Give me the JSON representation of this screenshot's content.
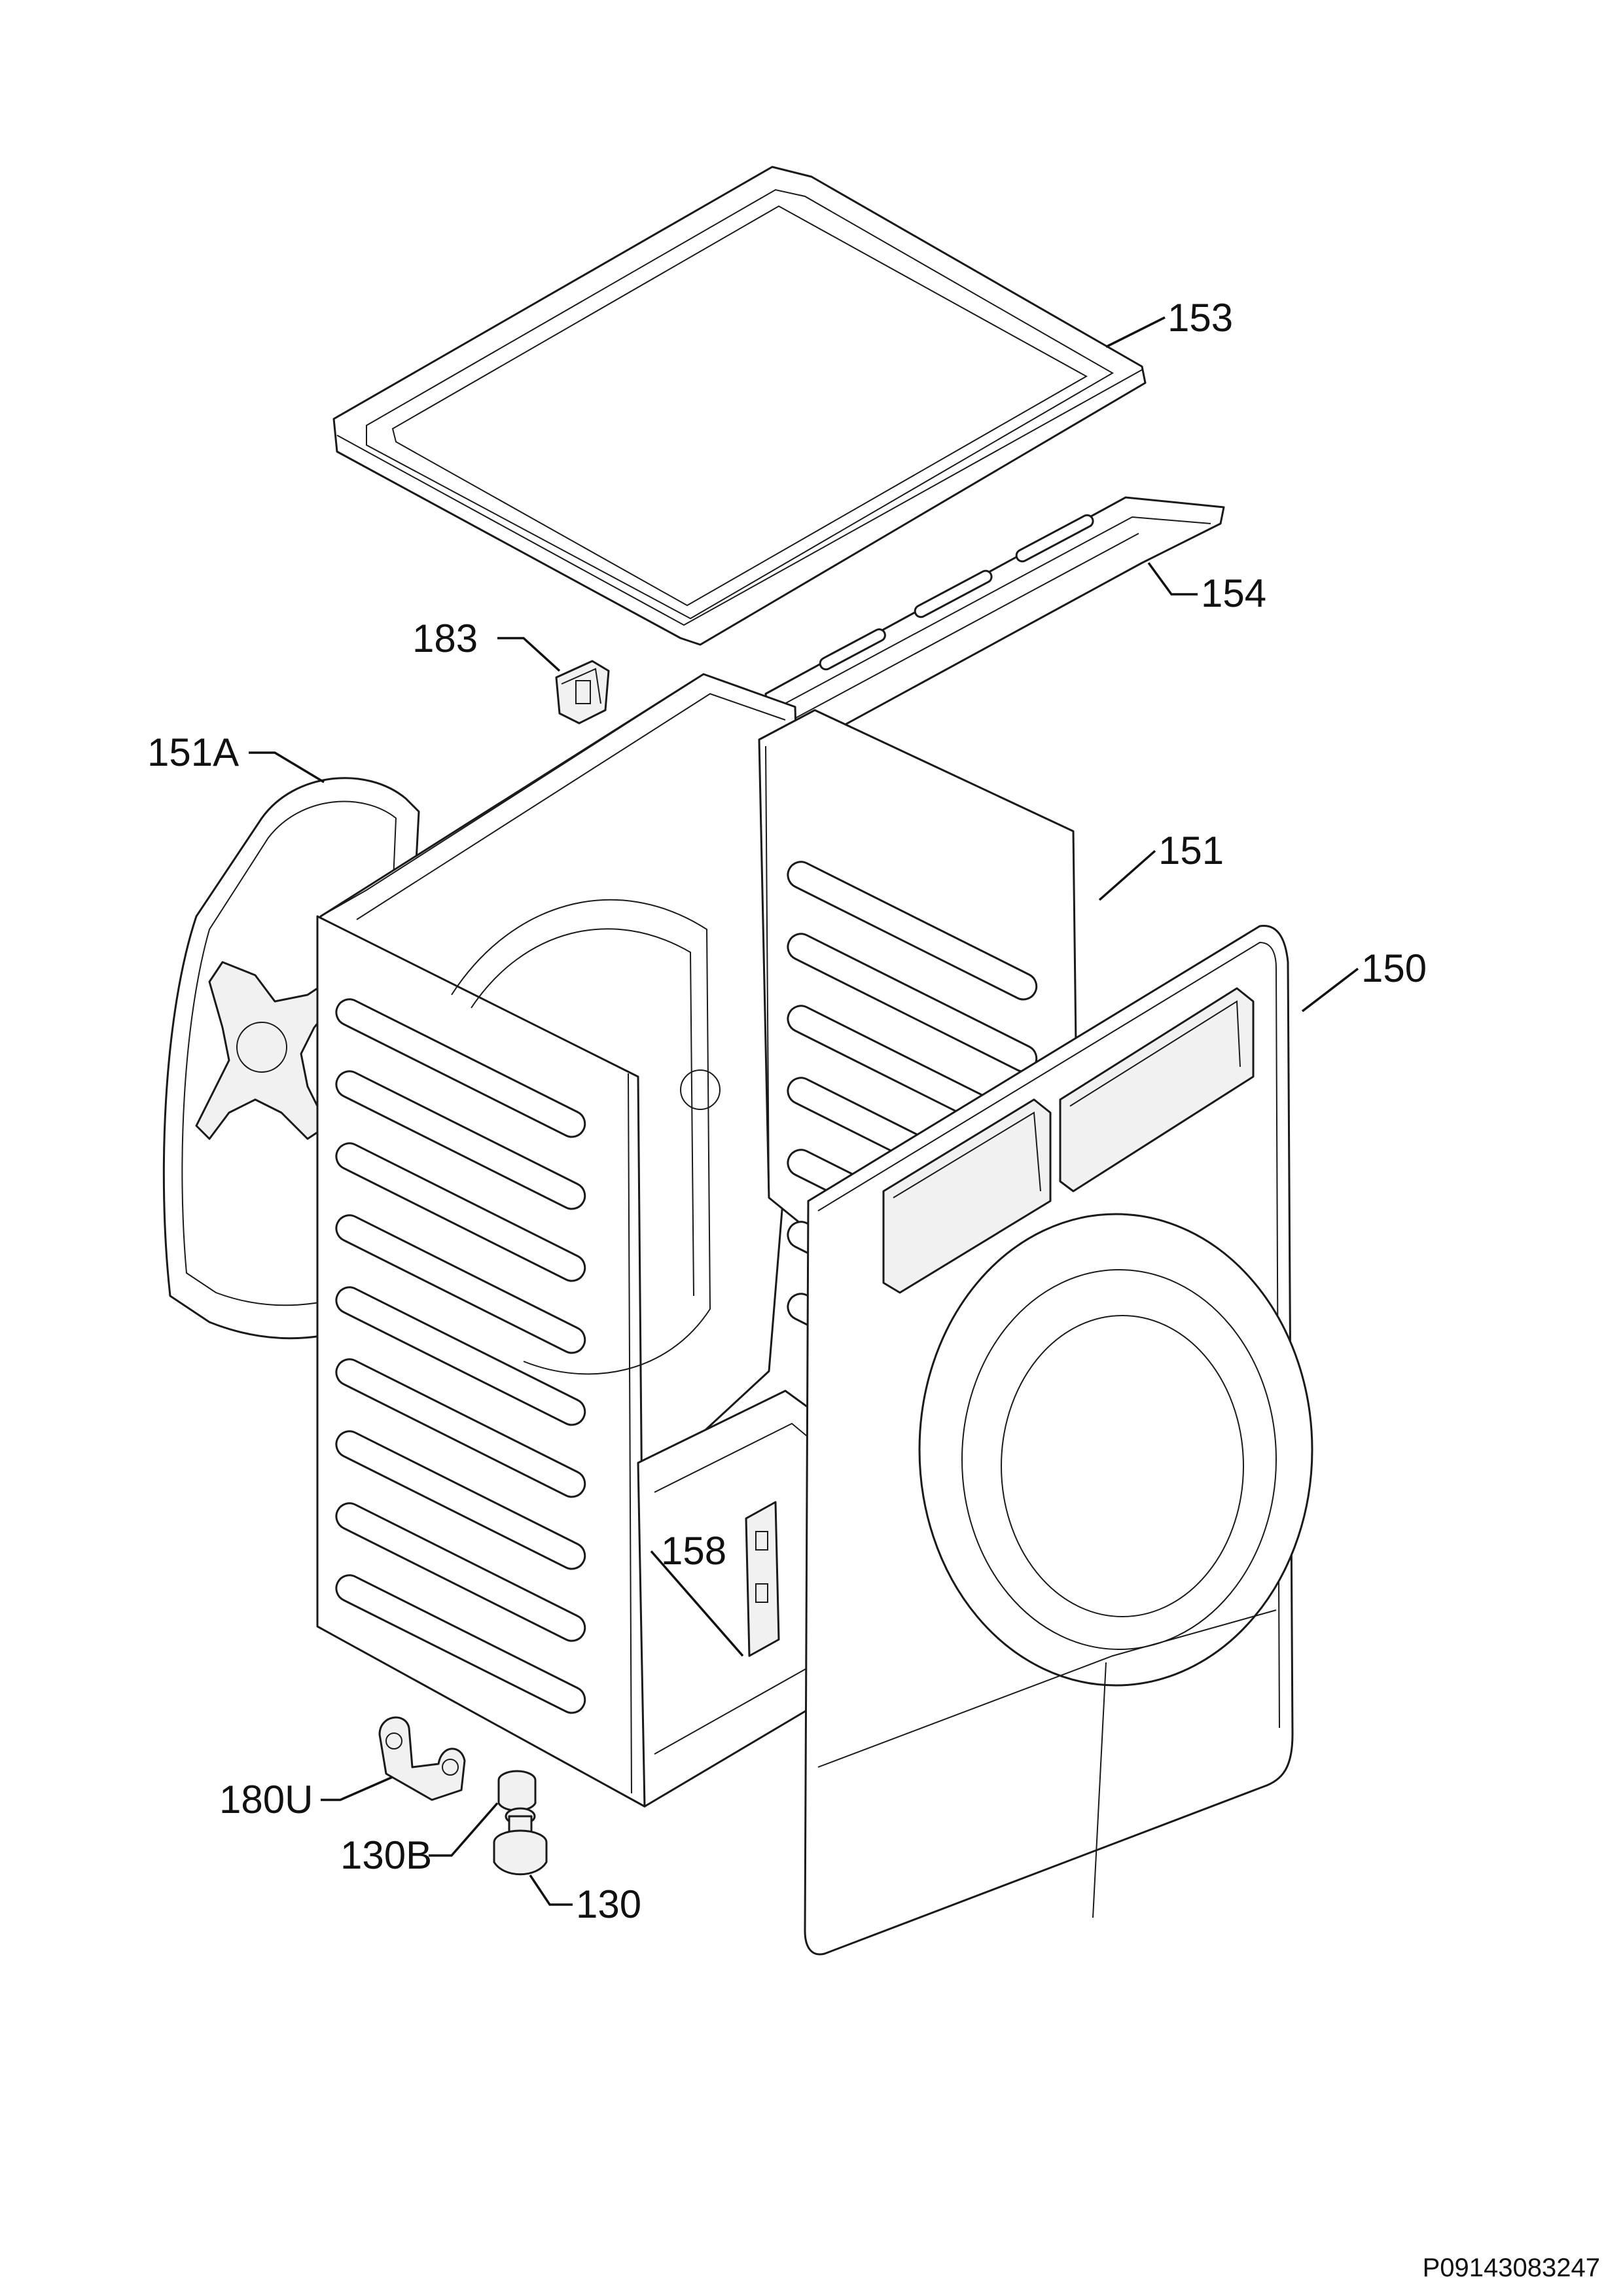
{
  "diagram": {
    "type": "exploded-parts-view",
    "callouts": {
      "c153": "153",
      "c154": "154",
      "c183": "183",
      "c151A": "151A",
      "c151": "151",
      "c150": "150",
      "c158": "158",
      "c180U": "180U",
      "c130B": "130B",
      "c130": "130"
    },
    "document_id": "P09143083247"
  }
}
